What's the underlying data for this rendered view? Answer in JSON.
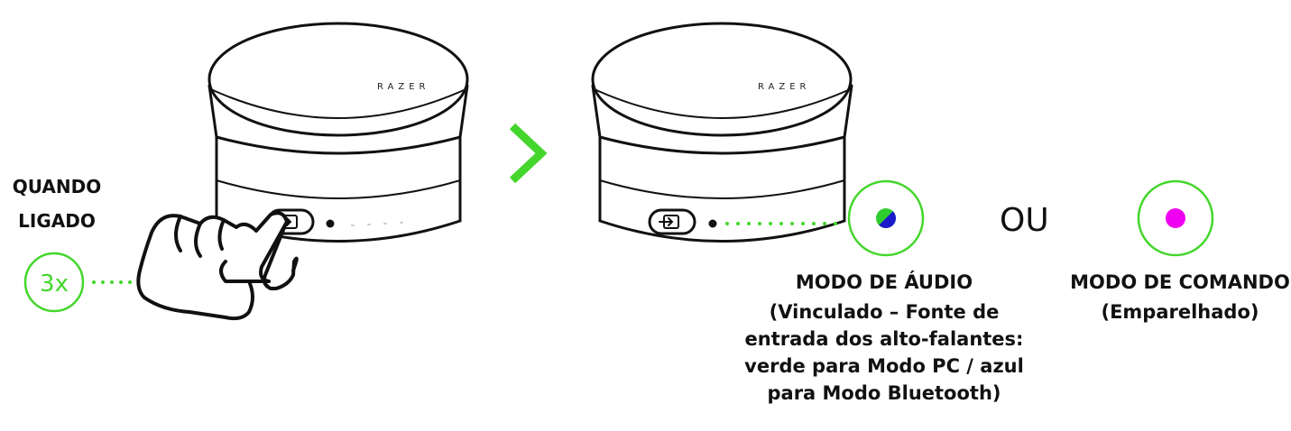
{
  "when_on": "QUANDO\nLIGADO",
  "press_count": "3x",
  "device_logo": "RAZER",
  "or": "OU",
  "audio_mode": {
    "title": "MODO DE ÁUDIO",
    "description": "(Vinculado – Fonte de\nentrada dos alto-falantes:\nverde para Modo PC / azul\npara Modo Bluetooth)",
    "indicator_colors": [
      "#2ecc2e",
      "#1a1acc"
    ]
  },
  "command_mode": {
    "title": "MODO DE COMANDO",
    "description": "(Emparelhado)",
    "indicator_color": "#f000f0"
  },
  "colors": {
    "accent_green": "#44d62c",
    "outline": "#111111"
  },
  "icons": [
    "hand-press-icon",
    "arrow-right-icon",
    "input-button-icon"
  ]
}
